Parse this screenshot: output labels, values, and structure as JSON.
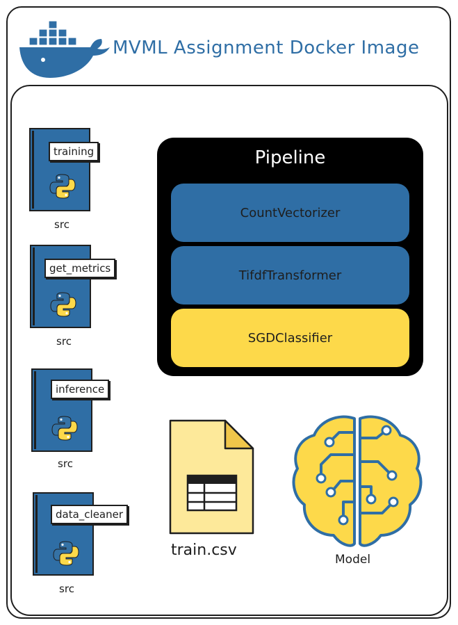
{
  "title": "MVML Assignment Docker Image",
  "source_files": [
    {
      "label": "training",
      "caption": "src"
    },
    {
      "label": "get_metrics",
      "caption": "src"
    },
    {
      "label": "inference",
      "caption": "src"
    },
    {
      "label": "data_cleaner",
      "caption": "src"
    }
  ],
  "pipeline": {
    "title": "Pipeline",
    "stages": [
      {
        "label": "CountVectorizer",
        "color": "#2f6ea5"
      },
      {
        "label": "TifdfTransformer",
        "color": "#2f6ea5"
      },
      {
        "label": "SGDClassifier",
        "color": "#fdd94a"
      }
    ]
  },
  "data_file": {
    "label": "train.csv"
  },
  "model": {
    "label": "Model"
  },
  "colors": {
    "blue": "#2f6ea5",
    "yellow": "#fdd94a",
    "ink": "#1e1e1e"
  }
}
